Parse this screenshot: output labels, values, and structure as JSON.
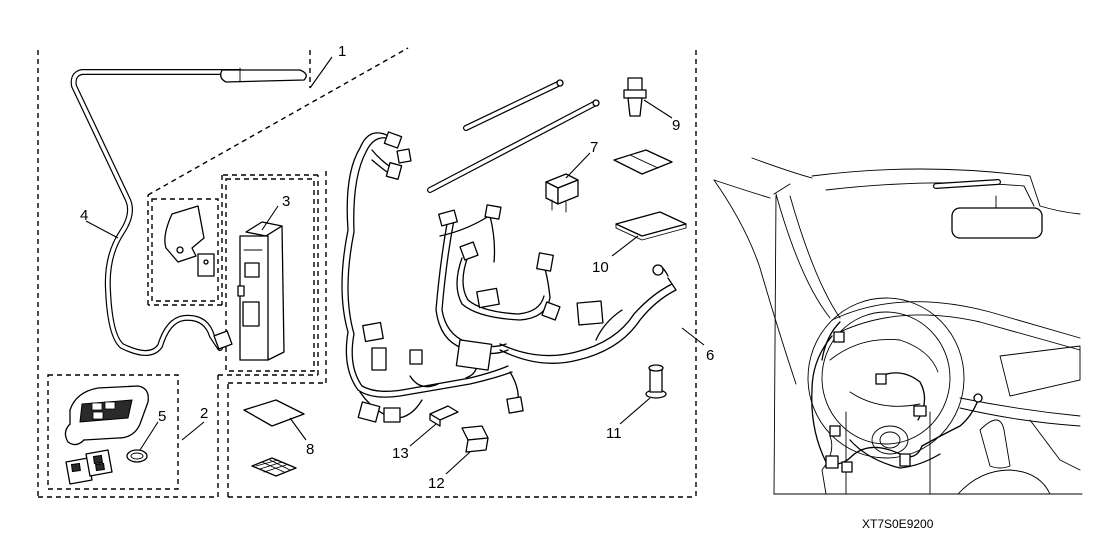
{
  "diagram": {
    "callouts": [
      "1",
      "2",
      "3",
      "4",
      "5",
      "6",
      "7",
      "8",
      "9",
      "10",
      "11",
      "12",
      "13"
    ],
    "drawing_code": "XT7S0E9200"
  }
}
